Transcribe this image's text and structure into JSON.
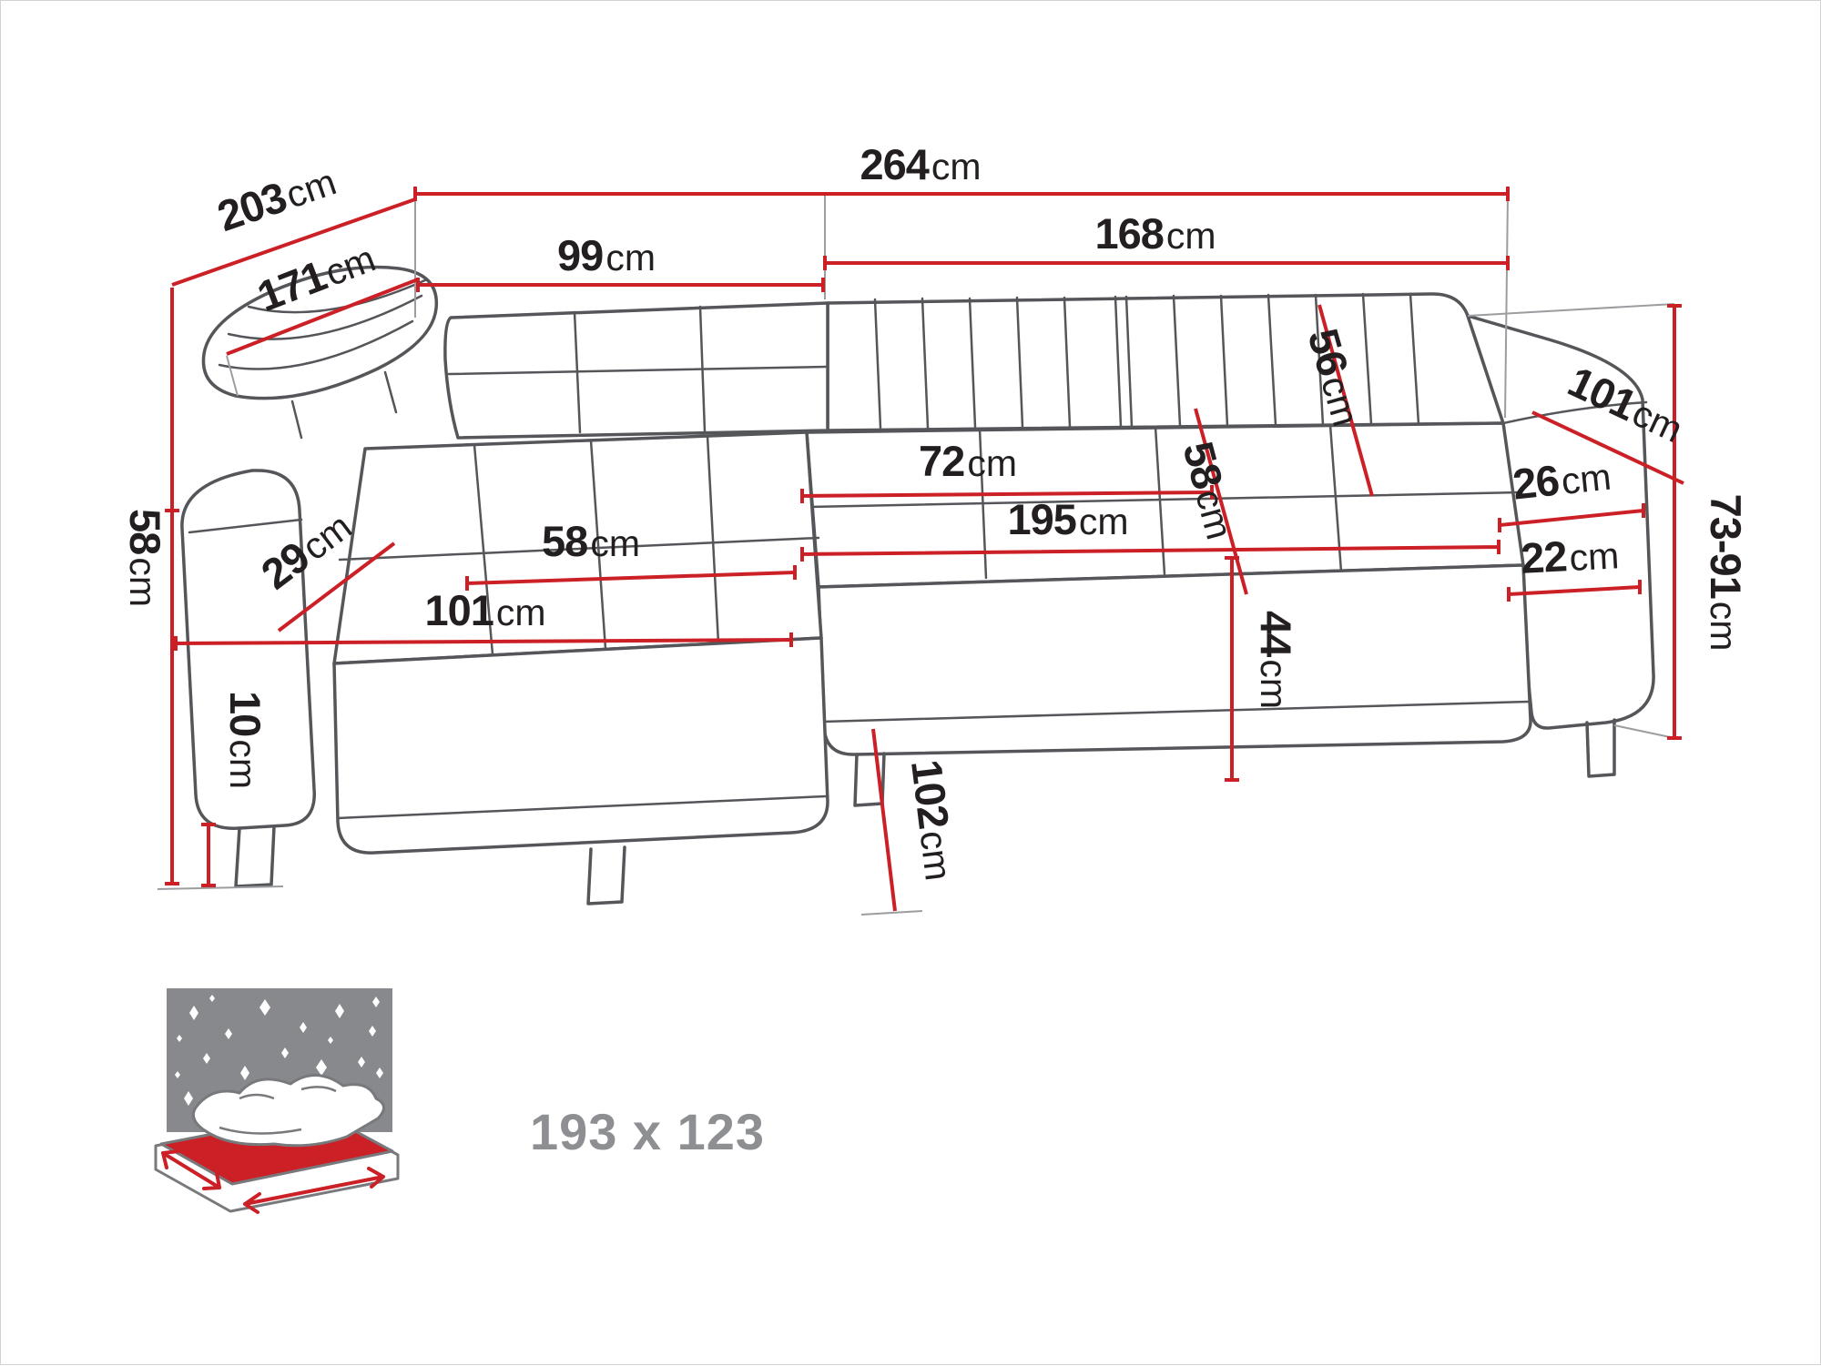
{
  "title": "corner-sofa-dimension-diagram",
  "unit": "cm",
  "measurements": {
    "total_width": {
      "value": "264",
      "unit": "cm"
    },
    "right_section_width": {
      "value": "168",
      "unit": "cm"
    },
    "left_back_width": {
      "value": "99",
      "unit": "cm"
    },
    "total_depth": {
      "value": "203",
      "unit": "cm"
    },
    "inner_depth": {
      "value": "171",
      "unit": "cm"
    },
    "seat_height": {
      "value": "58",
      "unit": "cm"
    },
    "leg_height": {
      "value": "10",
      "unit": "cm"
    },
    "chaise_cushion_offset": {
      "value": "29",
      "unit": "cm"
    },
    "chaise_seat_width": {
      "value": "58",
      "unit": "cm"
    },
    "chaise_length": {
      "value": "101",
      "unit": "cm"
    },
    "seat_depth": {
      "value": "72",
      "unit": "cm"
    },
    "seat_width": {
      "value": "195",
      "unit": "cm"
    },
    "mid_seat_depth": {
      "value": "58",
      "unit": "cm"
    },
    "seat_front_height": {
      "value": "44",
      "unit": "cm"
    },
    "backrest_depth": {
      "value": "56",
      "unit": "cm"
    },
    "armrest_length": {
      "value": "101",
      "unit": "cm"
    },
    "armrest_top_width": {
      "value": "26",
      "unit": "cm"
    },
    "backrest_height_range": {
      "value": "73-91",
      "unit": "cm"
    },
    "armrest_side_width": {
      "value": "22",
      "unit": "cm"
    },
    "front_edge_height": {
      "value": "102",
      "unit": "cm"
    }
  },
  "sleeping_area": {
    "label": "193 x 123",
    "icon": "bed-icon"
  },
  "colors": {
    "outline": "#55565a",
    "dimension": "#cc2027",
    "text": "#231f20",
    "leader": "#9b9da0",
    "bed_gray": "#87898c",
    "bed_text": "#8d8f92"
  }
}
